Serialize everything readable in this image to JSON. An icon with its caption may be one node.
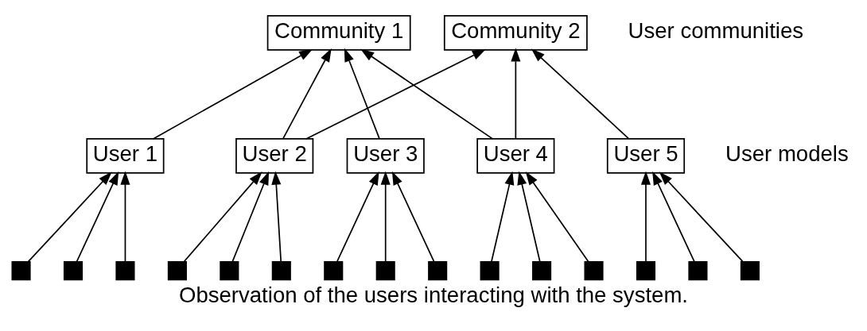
{
  "diagram": {
    "caption": "Observation of the users interacting with the system.",
    "nodes": [
      {
        "text": [
          "Community 1"
        ]
      },
      {
        "text": [
          "Community 2"
        ]
      },
      {
        "text": [
          "User 1"
        ]
      },
      {
        "text": [
          "User 2"
        ]
      },
      {
        "text": [
          "User 3"
        ]
      },
      {
        "text": [
          "User 4"
        ]
      },
      {
        "text": [
          "User 5"
        ]
      },
      {
        "text": [],
        "shape": "box"
      },
      {
        "text": [],
        "shape": "box"
      },
      {
        "text": [],
        "shape": "box"
      },
      {
        "text": [],
        "shape": "box"
      },
      {
        "text": [],
        "shape": "box"
      },
      {
        "text": [],
        "shape": "box"
      },
      {
        "text": [],
        "shape": "box"
      },
      {
        "text": [],
        "shape": "box"
      },
      {
        "text": [],
        "shape": "box"
      },
      {
        "text": [],
        "shape": "box"
      },
      {
        "text": [],
        "shape": "box"
      },
      {
        "text": [],
        "shape": "box"
      },
      {
        "text": [],
        "shape": "box"
      },
      {
        "text": [],
        "shape": "box"
      },
      {
        "text": [],
        "shape": "box"
      }
    ],
    "edges": [
      {
        "from": 2,
        "to": 0,
        "arrow": "to"
      },
      {
        "from": 3,
        "to": 0,
        "arrow": "to"
      },
      {
        "from": 4,
        "to": 0,
        "arrow": "to"
      },
      {
        "from": 5,
        "to": 0,
        "arrow": "to"
      },
      {
        "from": 3,
        "to": 1,
        "arrow": "to"
      },
      {
        "from": 5,
        "to": 1,
        "arrow": "to"
      },
      {
        "from": 6,
        "to": 1,
        "arrow": "to"
      },
      {
        "from": 7,
        "to": 2,
        "arrow": "to"
      },
      {
        "from": 8,
        "to": 2,
        "arrow": "to"
      },
      {
        "from": 9,
        "to": 2,
        "arrow": "to"
      },
      {
        "from": 10,
        "to": 3,
        "arrow": "to"
      },
      {
        "from": 11,
        "to": 3,
        "arrow": "to"
      },
      {
        "from": 12,
        "to": 3,
        "arrow": "to"
      },
      {
        "from": 13,
        "to": 4,
        "arrow": "to"
      },
      {
        "from": 14,
        "to": 4,
        "arrow": "to"
      },
      {
        "from": 15,
        "to": 4,
        "arrow": "to"
      },
      {
        "from": 16,
        "to": 5,
        "arrow": "to"
      },
      {
        "from": 17,
        "to": 5,
        "arrow": "to"
      },
      {
        "from": 18,
        "to": 5,
        "arrow": "to"
      },
      {
        "from": 19,
        "to": 6,
        "arrow": "to"
      },
      {
        "from": 20,
        "to": 6,
        "arrow": "to"
      },
      {
        "from": 21,
        "to": 6,
        "arrow": "to"
      }
    ],
    "labels": [
      "User communities",
      "User models"
    ]
  }
}
